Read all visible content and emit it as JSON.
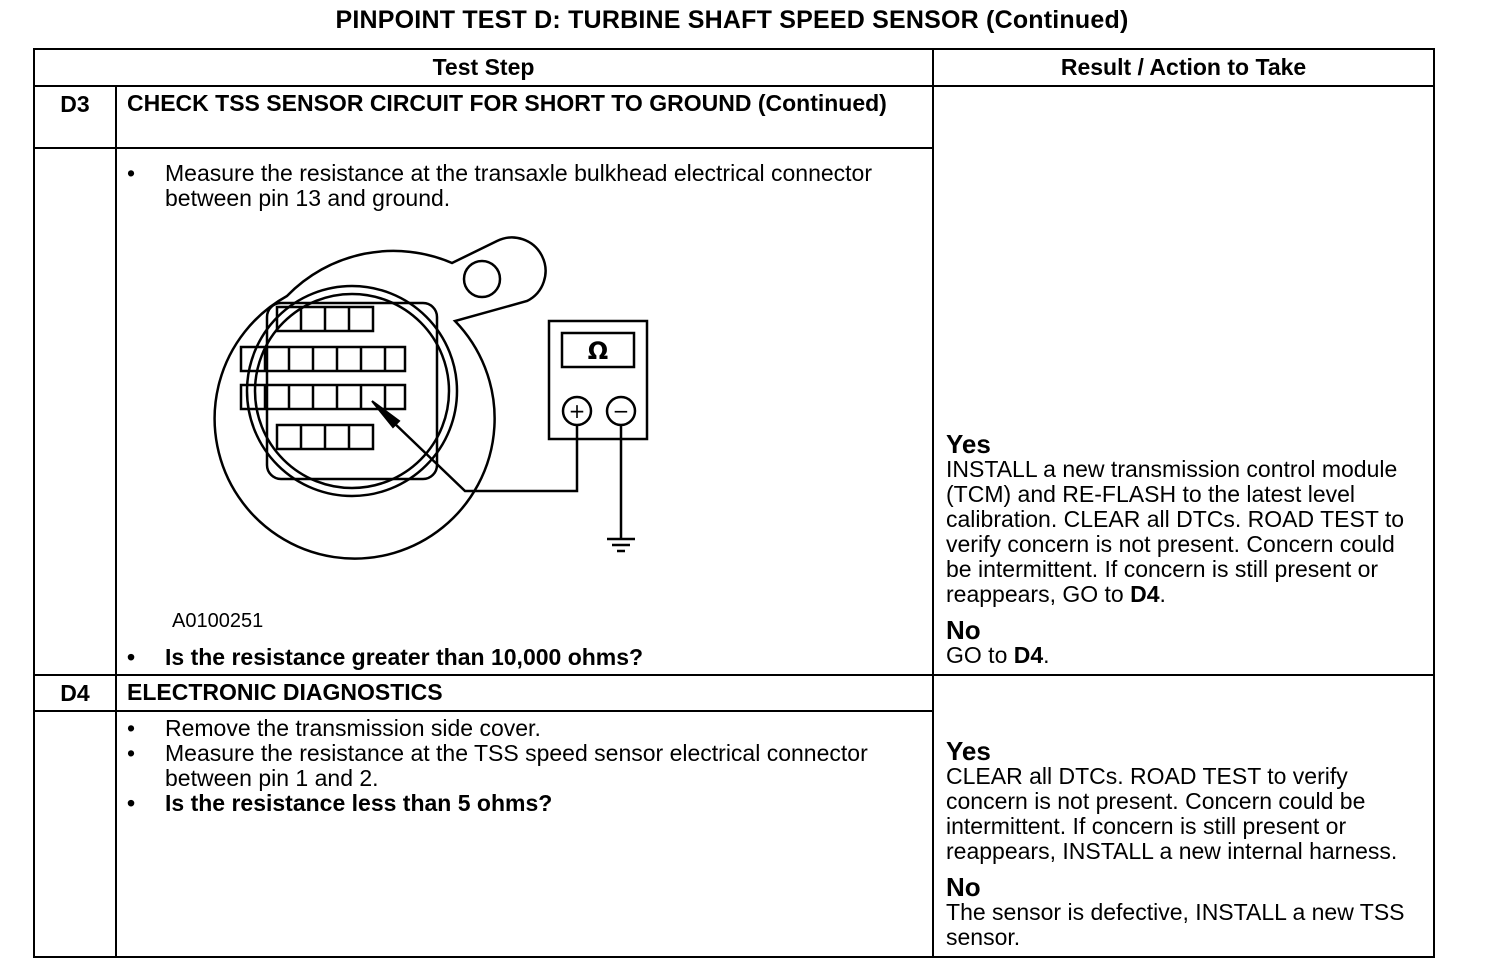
{
  "title": "PINPOINT TEST  D: TURBINE SHAFT SPEED SENSOR (Continued)",
  "headers": {
    "step": "Test Step",
    "result": "Result / Action to Take"
  },
  "d3": {
    "id": "D3",
    "heading": "CHECK TSS SENSOR CIRCUIT FOR SHORT TO GROUND (Continued)",
    "bullet1": "Measure the resistance at the transaxle bulkhead electrical connector between pin 13 and ground.",
    "figure_id": "A0100251",
    "meter_symbol": "Ω",
    "plus": "+",
    "minus": "−",
    "question": "Is the resistance greater than 10,000 ohms?",
    "yes_label": "Yes",
    "yes_text": "INSTALL a new transmission control module (TCM) and RE-FLASH to the latest level calibration. CLEAR all DTCs. ROAD TEST to verify concern is not present. Concern could be intermittent. If concern is still present or reappears,  GO to ",
    "yes_goto": "D4",
    "yes_end": ".",
    "no_label": "No",
    "no_text": "GO to ",
    "no_goto": "D4",
    "no_end": "."
  },
  "d4": {
    "id": "D4",
    "heading": "ELECTRONIC DIAGNOSTICS",
    "bullet1": "Remove the transmission side cover.",
    "bullet2": "Measure the resistance at the TSS speed sensor electrical connector between pin 1 and 2.",
    "question": "Is the resistance less than 5 ohms?",
    "yes_label": "Yes",
    "yes_text": "CLEAR all DTCs. ROAD TEST to verify concern is not present. Concern could be intermittent. If concern is still present or reappears, INSTALL a new internal harness.",
    "no_label": "No",
    "no_text": "The sensor is defective, INSTALL a new TSS sensor."
  }
}
